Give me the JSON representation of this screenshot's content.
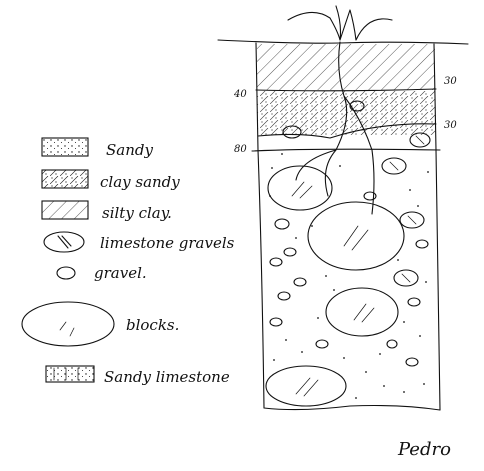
{
  "legend": {
    "sandy": "Sandy",
    "clay_sandy": "clay sandy",
    "silty_clay": "silty clay.",
    "limestone_gravels": "limestone gravels",
    "gravel": "gravel.",
    "blocks": "blocks.",
    "sandy_limestone": "Sandy limestone"
  },
  "depths": {
    "left_top": "40",
    "left_bottom": "80",
    "right_top": "30",
    "right_bottom": "30"
  },
  "signature": "Pedro"
}
